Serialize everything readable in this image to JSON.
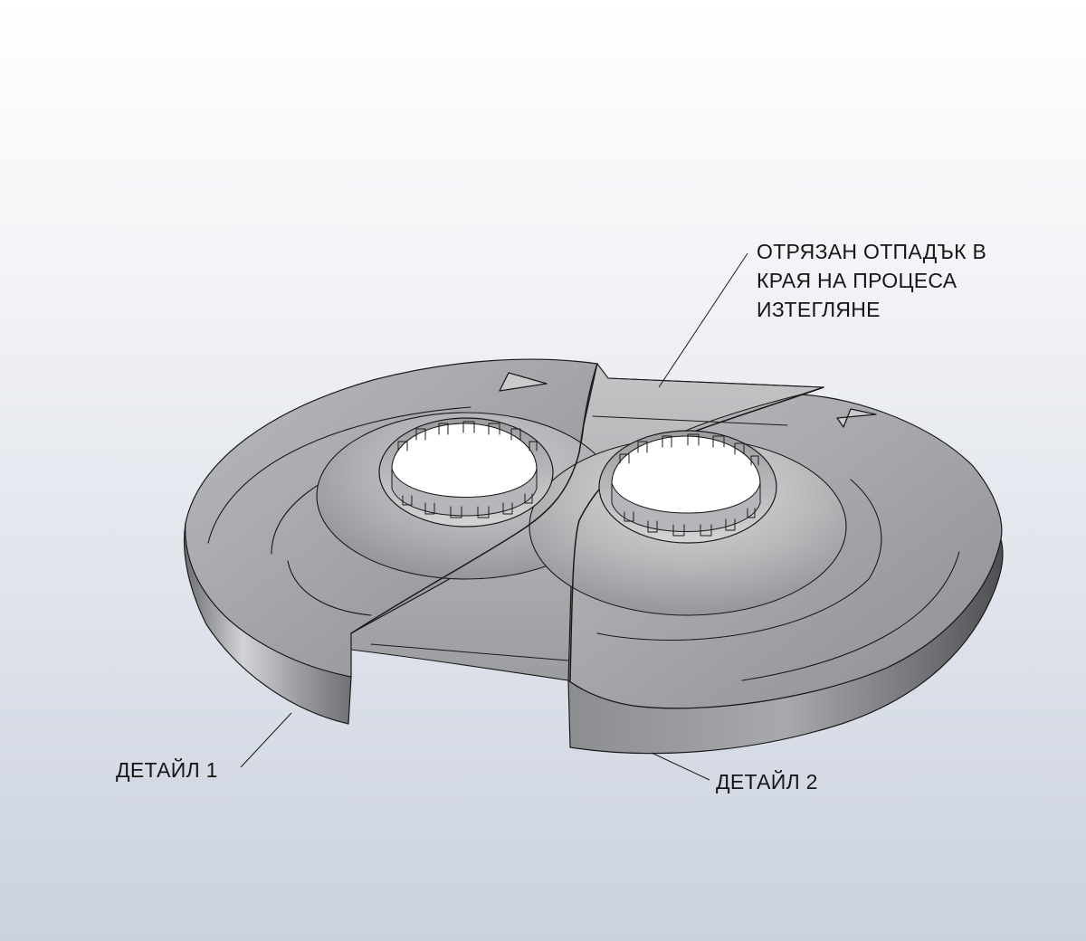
{
  "labels": {
    "cut_off_scrap": [
      "ОТРЯЗАН ОТПАДЪК В",
      "КРАЯ НА ПРОЦЕСА",
      "ИЗТЕГЛЯНЕ"
    ],
    "part_1": "ДЕТАЙЛ 1",
    "part_2": "ДЕТАЙЛ 2"
  },
  "colors": {
    "background_top": "#ffffff",
    "background_bottom": "#cdd3e0",
    "part_surface": "#a9aaad",
    "part_highlight": "#d7d8da",
    "part_shadow": "#5c5d61",
    "edge_line": "#1a1a1a",
    "text": "#161616"
  },
  "icons": [
    "direction-arrow-icon",
    "direction-arrow-icon"
  ]
}
